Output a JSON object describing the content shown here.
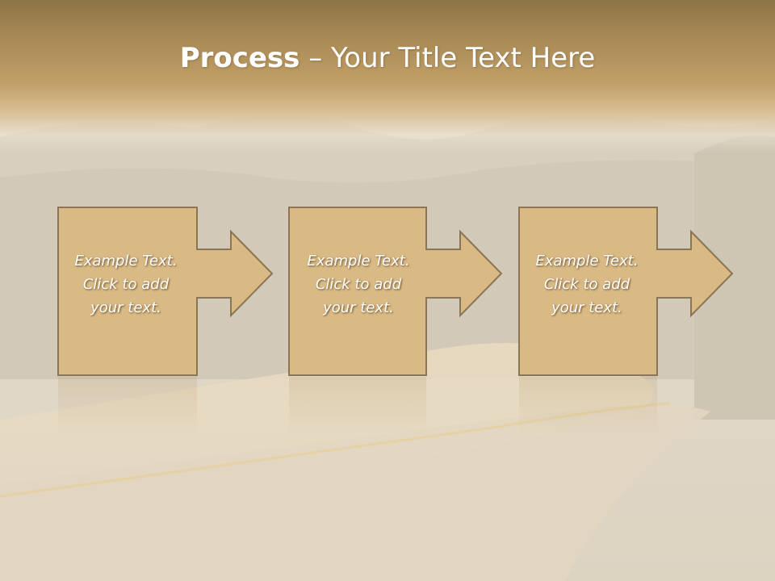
{
  "slide": {
    "title_bold": "Process",
    "title_rest": " – Your Title Text Here"
  },
  "steps": [
    {
      "line1": "Example Text.",
      "line2": "Click  to add",
      "line3": "your text."
    },
    {
      "line1": "Example Text.",
      "line2": "Click  to add",
      "line3": "your text."
    },
    {
      "line1": "Example Text.",
      "line2": "Click  to add",
      "line3": "your text."
    }
  ],
  "colors": {
    "box_fill": "#d9b984",
    "box_stroke": "#8a7654",
    "title_band": "#c2a068"
  }
}
